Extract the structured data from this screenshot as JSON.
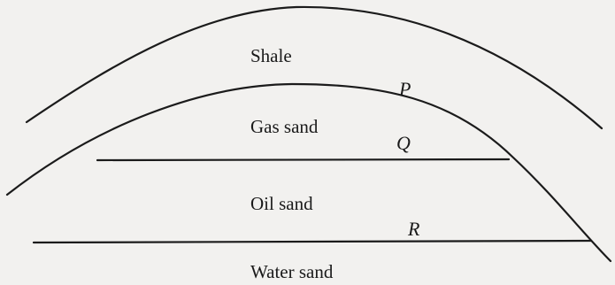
{
  "layers": {
    "shale": "Shale",
    "gas_sand": "Gas sand",
    "oil_sand": "Oil sand",
    "water_sand": "Water sand"
  },
  "contacts": {
    "p": "P",
    "q": "Q",
    "r": "R"
  },
  "colors": {
    "background": "#f2f1ef",
    "ink": "#1b1b1b"
  }
}
